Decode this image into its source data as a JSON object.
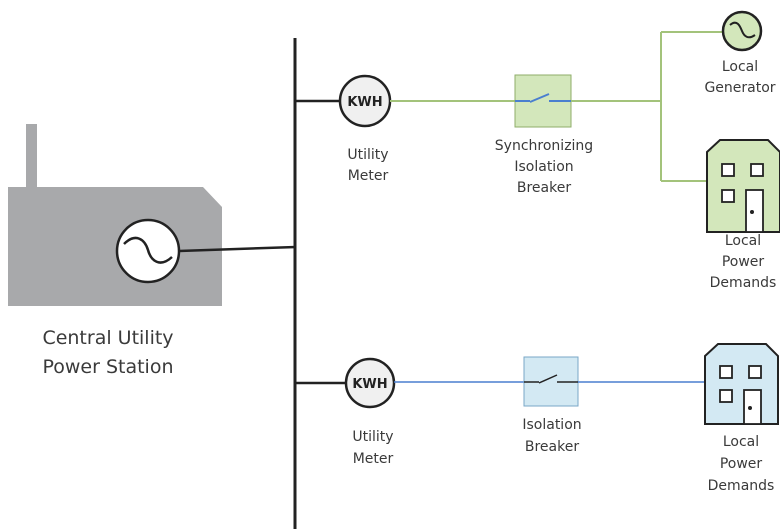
{
  "colors": {
    "bus": "#222222",
    "station": "#a8a9ab",
    "green_line": "#a3c37b",
    "green_fill": "#d3e7bb",
    "blue_line": "#4a7fcf",
    "blue_fill": "#d3e9f3",
    "meter_fill": "#f0f0f0"
  },
  "station": {
    "label_line1": "Central Utility",
    "label_line2": "Power Station"
  },
  "branch_top": {
    "meter": {
      "text": "KWH",
      "label_line1": "Utility",
      "label_line2": "Meter"
    },
    "breaker": {
      "label_line1": "Synchronizing",
      "label_line2": "Isolation",
      "label_line3": "Breaker"
    },
    "generator": {
      "label_line1": "Local",
      "label_line2": "Generator"
    },
    "building": {
      "label_line1": "Local",
      "label_line2": "Power",
      "label_line3": "Demands"
    }
  },
  "branch_bottom": {
    "meter": {
      "text": "KWH",
      "label_line1": "Utility",
      "label_line2": "Meter"
    },
    "breaker": {
      "label_line1": "Isolation",
      "label_line2": "Breaker"
    },
    "building": {
      "label_line1": "Local",
      "label_line2": "Power",
      "label_line3": "Demands"
    }
  }
}
